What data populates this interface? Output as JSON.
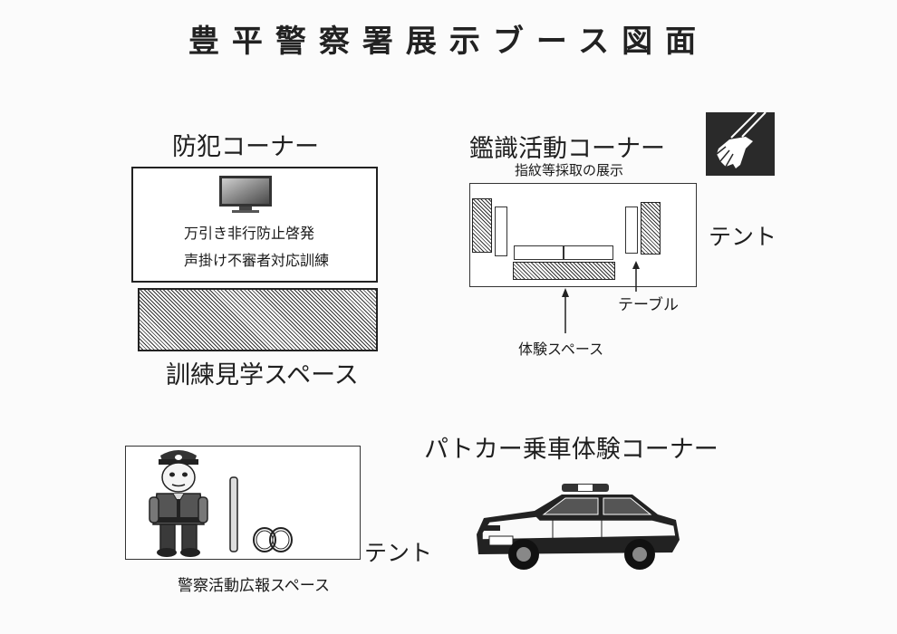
{
  "title": "豊平警察署展示ブース図面",
  "crime_prevention": {
    "heading": "防犯コーナー",
    "line1": "万引き非行防止啓発",
    "line2": "声掛け不審者対応訓練",
    "space_label": "訓練見学スペース"
  },
  "forensics": {
    "heading": "鑑識活動コーナー",
    "subheading": "指紋等採取の展示",
    "tent_label": "テント",
    "table_label": "テーブル",
    "experience_label": "体験スペース"
  },
  "patrol_car": {
    "heading": "パトカー乗車体験コーナー"
  },
  "pr_space": {
    "tent_label": "テント",
    "label": "警察活動広報スペース"
  },
  "icons": [
    "tv-icon",
    "hand-icon",
    "police-officer-icon",
    "baton-icon",
    "handcuffs-icon",
    "patrol-car-icon"
  ]
}
